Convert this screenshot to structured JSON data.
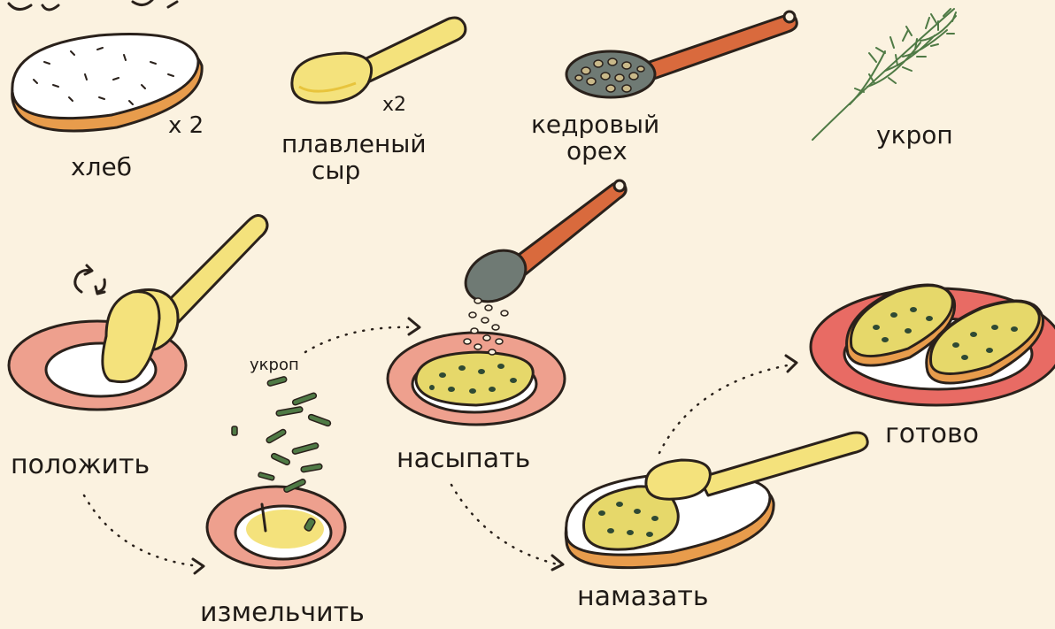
{
  "ingredients": [
    {
      "label": "хлеб",
      "qty": "x 2",
      "icon": "bread-slice-icon"
    },
    {
      "label_line1": "плавленый",
      "label_line2": "сыр",
      "qty": "x2",
      "icon": "cheese-spoon-icon"
    },
    {
      "label_line1": "кедровый",
      "label_line2": "орех",
      "icon": "pine-nuts-spoon-icon"
    },
    {
      "label": "укроп",
      "icon": "dill-sprig-icon"
    }
  ],
  "steps": [
    {
      "label": "положить",
      "icon": "plate-spoon-cheese-icon",
      "stir_icon": "stir-arrows-icon"
    },
    {
      "label": "измельчить",
      "note": "укроп",
      "icon": "plate-chopped-dill-icon"
    },
    {
      "label": "насыпать",
      "icon": "plate-pouring-nuts-icon"
    },
    {
      "label": "намазать",
      "icon": "bread-spread-icon"
    },
    {
      "label": "готово",
      "icon": "plate-sandwiches-icon"
    }
  ],
  "colors": {
    "background": "#fbf2e0",
    "ink": "#2a211b",
    "plate_rim": "#eea08e",
    "plate_center": "#ffffff",
    "cheese": "#f4e27c",
    "crust": "#e89c4c",
    "spoon_handle_orange": "#d96a3d",
    "spoon_metal": "#6f7a74",
    "dill": "#4f7a45",
    "serving_plate": "#e86b64"
  }
}
